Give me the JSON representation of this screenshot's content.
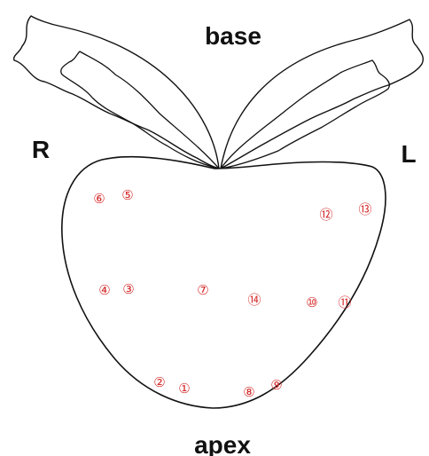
{
  "labels": {
    "top": "base",
    "bottom": "apex",
    "left": "R",
    "right": "L"
  },
  "points": [
    {
      "id": "1",
      "label": "①"
    },
    {
      "id": "2",
      "label": "②"
    },
    {
      "id": "3",
      "label": "③"
    },
    {
      "id": "4",
      "label": "④"
    },
    {
      "id": "5",
      "label": "⑤"
    },
    {
      "id": "6",
      "label": "⑥"
    },
    {
      "id": "7",
      "label": "⑦"
    },
    {
      "id": "8",
      "label": "⑧"
    },
    {
      "id": "9",
      "label": "⑨"
    },
    {
      "id": "10",
      "label": "⑩"
    },
    {
      "id": "11",
      "label": "⑪"
    },
    {
      "id": "12",
      "label": "⑫"
    },
    {
      "id": "13",
      "label": "⑬"
    },
    {
      "id": "14",
      "label": "⑭"
    }
  ],
  "colors": {
    "outline": "#111111",
    "marker": "#d42a2a"
  }
}
